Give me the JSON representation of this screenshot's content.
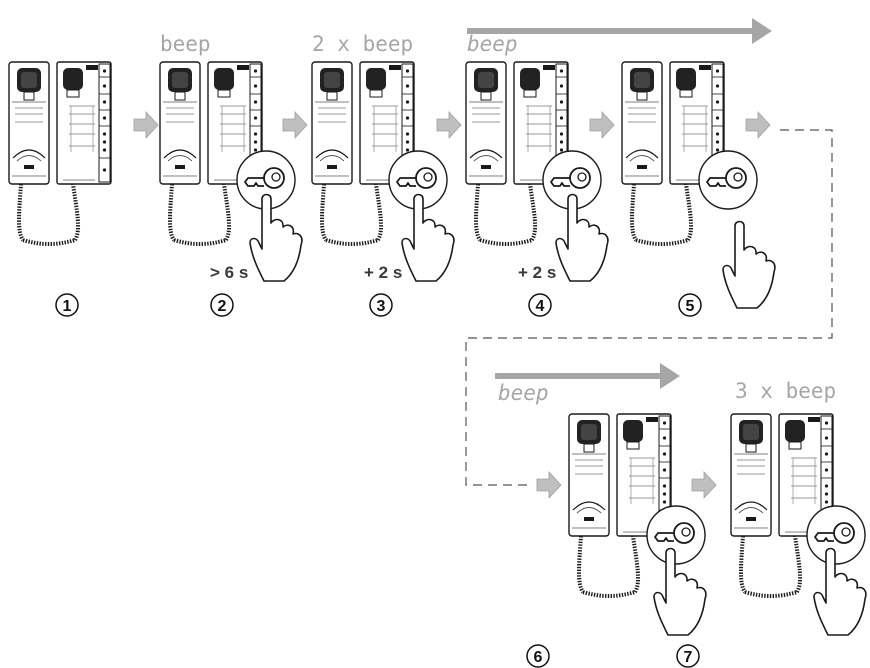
{
  "steps": [
    {
      "number": "1",
      "beep": "",
      "duration": ""
    },
    {
      "number": "2",
      "beep": "beep",
      "duration": "> 6 s"
    },
    {
      "number": "3",
      "beep": "2 x beep",
      "duration": "+ 2 s"
    },
    {
      "number": "4",
      "beep": "beep",
      "duration": "+ 2 s"
    },
    {
      "number": "5",
      "beep": "",
      "duration": ""
    },
    {
      "number": "6",
      "beep": "beep",
      "duration": ""
    },
    {
      "number": "7",
      "beep": "3 x beep",
      "duration": ""
    }
  ],
  "icons": {
    "device": "intercom-handset-icon",
    "key_button": "key-button-icon",
    "hand": "pointing-hand-icon",
    "step_arrow": "right-arrow-icon",
    "timeline_arrow": "long-arrow-icon"
  },
  "colors": {
    "line": "#1a1a1a",
    "arrow_fill": "#bfbfbf",
    "timeline": "#a6a6a6",
    "beep_text": "#a6a6a6"
  }
}
